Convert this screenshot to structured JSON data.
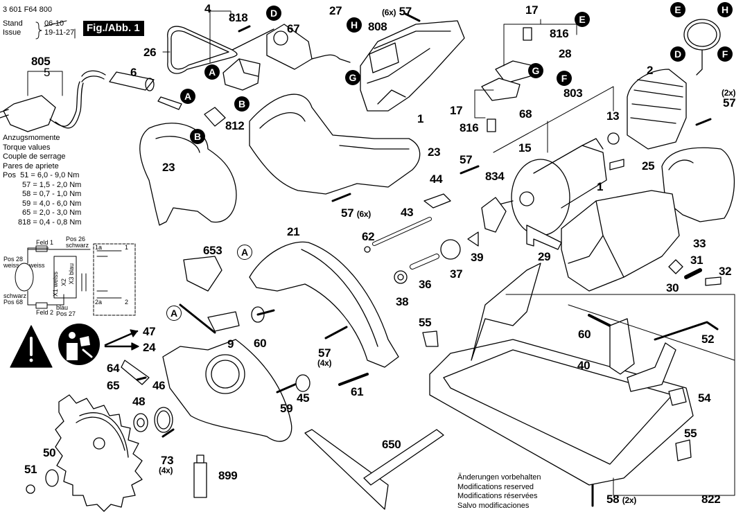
{
  "header": {
    "part_number": "3 601 F64 800",
    "stand_label": "Stand",
    "issue_label": "Issue",
    "old_date": "06-10",
    "new_date": "19-11-27",
    "figure_label": "Fig./Abb. 1"
  },
  "torque": {
    "titles": [
      "Anzugsmomente",
      "Torque values",
      "Couple de serrage",
      "Pares de apriete"
    ],
    "pos_label": "Pos",
    "rows": [
      {
        "pos": "51",
        "value": "= 6,0 - 9,0 Nm"
      },
      {
        "pos": "57",
        "value": "= 1,5 - 2,0 Nm"
      },
      {
        "pos": "58",
        "value": "= 0,7 - 1,0 Nm"
      },
      {
        "pos": "59",
        "value": "= 4,0 - 6,0 Nm"
      },
      {
        "pos": "65",
        "value": "= 2,0 - 3,0 Nm"
      },
      {
        "pos": "818",
        "value": "= 0,4 - 0,8 Nm"
      }
    ]
  },
  "wiring": {
    "feld1": "Feld 1",
    "feld2": "Feld 2",
    "pos26": "Pos 26",
    "schwarz_top": "schwarz",
    "pos28": "Pos 28",
    "weiss_left": "weiss",
    "weiss_mid": "weiss",
    "x1": "X1 weiss",
    "x2": "X2",
    "x3": "X3 blau",
    "schwarz_bottom": "schwarz",
    "pos68": "Pos 68",
    "blau": "blau",
    "pos27": "Pos 27",
    "t1a": "1a",
    "t1": "1",
    "t2a": "2a",
    "t2": "2"
  },
  "footer_note": [
    "Änderungen vorbehalten",
    "Modifications reserved",
    "Modifications réservées",
    "Salvo modificaciones"
  ],
  "connectors": [
    "A",
    "B",
    "D",
    "E",
    "F",
    "G",
    "H"
  ],
  "parts": {
    "p4": "4",
    "p818": "818",
    "p26": "26",
    "p805": "805",
    "p5": "5",
    "p6": "6",
    "p812": "812",
    "p27": "27",
    "p67": "67",
    "p57a": "57",
    "p57a_qty": "(6x)",
    "p808": "808",
    "p17a": "17",
    "p816a": "816",
    "p28": "28",
    "p17b": "17",
    "p816b": "816",
    "p68": "68",
    "p1a": "1",
    "p803": "803",
    "p13": "13",
    "p15": "15",
    "p2": "2",
    "p57b": "57",
    "p57b_qty": "(2x)",
    "p23a": "23",
    "p23b": "23",
    "p57c": "57",
    "p57c_qty": "(6x)",
    "p25": "25",
    "p57d": "57",
    "p44": "44",
    "p834": "834",
    "p43": "43",
    "p1b": "1",
    "p21": "21",
    "p62": "62",
    "p653": "653",
    "p39": "39",
    "p29": "29",
    "p33": "33",
    "p37": "37",
    "p36": "36",
    "p38": "38",
    "p31": "31",
    "p32": "32",
    "p30": "30",
    "p47": "47",
    "p24": "24",
    "p9": "9",
    "p60a": "60",
    "p55a": "55",
    "p60b": "60",
    "p52": "52",
    "p64": "64",
    "p65": "65",
    "p46": "46",
    "p57e": "57",
    "p57e_qty": "(4x)",
    "p40": "40",
    "p48": "48",
    "p45": "45",
    "p59": "59",
    "p61": "61",
    "p54": "54",
    "p50": "50",
    "p51": "51",
    "p73": "73",
    "p73_qty": "(4x)",
    "p899": "899",
    "p650": "650",
    "p55b": "55",
    "p58": "58",
    "p58_qty": "(2x)",
    "p822": "822"
  }
}
